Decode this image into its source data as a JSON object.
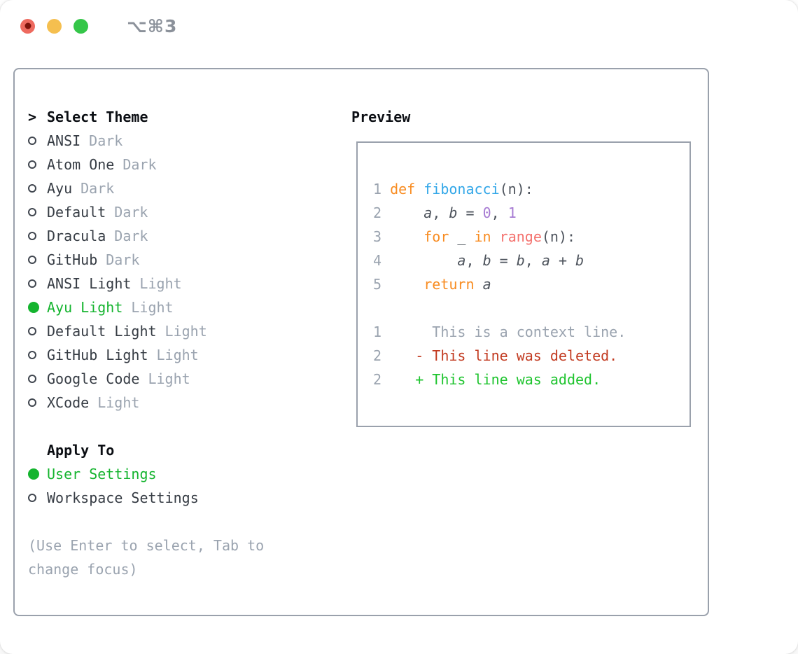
{
  "window": {
    "title": "⌥⌘3"
  },
  "theme_picker": {
    "header_prefix": ">",
    "header": "Select Theme",
    "items": [
      {
        "name": "ANSI",
        "variant": "Dark",
        "selected": false
      },
      {
        "name": "Atom One",
        "variant": "Dark",
        "selected": false
      },
      {
        "name": "Ayu",
        "variant": "Dark",
        "selected": false
      },
      {
        "name": "Default",
        "variant": "Dark",
        "selected": false
      },
      {
        "name": "Dracula",
        "variant": "Dark",
        "selected": false
      },
      {
        "name": "GitHub",
        "variant": "Dark",
        "selected": false
      },
      {
        "name": "ANSI Light",
        "variant": "Light",
        "selected": false
      },
      {
        "name": "Ayu Light",
        "variant": "Light",
        "selected": true
      },
      {
        "name": "Default Light",
        "variant": "Light",
        "selected": false
      },
      {
        "name": "GitHub Light",
        "variant": "Light",
        "selected": false
      },
      {
        "name": "Google Code",
        "variant": "Light",
        "selected": false
      },
      {
        "name": "XCode",
        "variant": "Light",
        "selected": false
      }
    ],
    "apply_to": {
      "label": "Apply To",
      "options": [
        {
          "name": "User Settings",
          "selected": true
        },
        {
          "name": "Workspace Settings",
          "selected": false
        }
      ]
    },
    "hint": "(Use Enter to select, Tab to change focus)"
  },
  "preview": {
    "title": "Preview",
    "lines": [
      {
        "segs": [
          {
            "t": "1 ",
            "c": "ln"
          },
          {
            "t": "def",
            "c": "kw"
          },
          {
            "t": " ",
            "c": "fg"
          },
          {
            "t": "fibonacci",
            "c": "fn"
          },
          {
            "t": "(n):",
            "c": "fg"
          }
        ]
      },
      {
        "segs": [
          {
            "t": "2 ",
            "c": "ln"
          },
          {
            "t": "    ",
            "c": "fg"
          },
          {
            "t": "a",
            "c": "fg",
            "i": true
          },
          {
            "t": ", ",
            "c": "fg"
          },
          {
            "t": "b",
            "c": "fg",
            "i": true
          },
          {
            "t": " = ",
            "c": "fg"
          },
          {
            "t": "0",
            "c": "num"
          },
          {
            "t": ", ",
            "c": "fg"
          },
          {
            "t": "1",
            "c": "num"
          }
        ]
      },
      {
        "segs": [
          {
            "t": "3 ",
            "c": "ln"
          },
          {
            "t": "    ",
            "c": "fg"
          },
          {
            "t": "for",
            "c": "kw"
          },
          {
            "t": " _ ",
            "c": "fg"
          },
          {
            "t": "in",
            "c": "kw"
          },
          {
            "t": " ",
            "c": "fg"
          },
          {
            "t": "range",
            "c": "supp"
          },
          {
            "t": "(n):",
            "c": "fg"
          }
        ]
      },
      {
        "segs": [
          {
            "t": "4 ",
            "c": "ln"
          },
          {
            "t": "        ",
            "c": "fg"
          },
          {
            "t": "a",
            "c": "fg",
            "i": true
          },
          {
            "t": ", ",
            "c": "fg"
          },
          {
            "t": "b",
            "c": "fg",
            "i": true
          },
          {
            "t": " = ",
            "c": "fg"
          },
          {
            "t": "b",
            "c": "fg",
            "i": true
          },
          {
            "t": ", ",
            "c": "fg"
          },
          {
            "t": "a",
            "c": "fg",
            "i": true
          },
          {
            "t": " + ",
            "c": "fg"
          },
          {
            "t": "b",
            "c": "fg",
            "i": true
          }
        ]
      },
      {
        "segs": [
          {
            "t": "5 ",
            "c": "ln"
          },
          {
            "t": "    ",
            "c": "fg"
          },
          {
            "t": "return",
            "c": "kw"
          },
          {
            "t": " ",
            "c": "fg"
          },
          {
            "t": "a",
            "c": "fg",
            "i": true
          }
        ]
      },
      {
        "segs": []
      },
      {
        "segs": [
          {
            "t": "1",
            "c": "ln"
          },
          {
            "t": "      This is a context line.",
            "c": "ctx"
          }
        ]
      },
      {
        "segs": [
          {
            "t": "2",
            "c": "ln"
          },
          {
            "t": "    - This line was deleted.",
            "c": "del"
          }
        ]
      },
      {
        "segs": [
          {
            "t": "2",
            "c": "ln"
          },
          {
            "t": "    + This line was added.",
            "c": "add"
          }
        ]
      }
    ]
  },
  "colors": {
    "ui": {
      "text": "#363c44",
      "heading": "#0b0e13",
      "muted": "#9aa3af",
      "green": "#14b42e",
      "border": "#9aa1ac",
      "title_gray": "#8b919a",
      "light_red": "#ee6a5f",
      "light_red_dot": "#7e130b",
      "light_yellow": "#f5bf4f",
      "light_green": "#35c649"
    },
    "code": {
      "ln": "#9aa3af",
      "fg": "#4d535c",
      "kw": "#f88c21",
      "fn": "#33a7e8",
      "num": "#a77bd3",
      "supp": "#f4716d",
      "ctx": "#9aa3af",
      "del": "#c23a20",
      "add": "#1ec42e"
    }
  }
}
